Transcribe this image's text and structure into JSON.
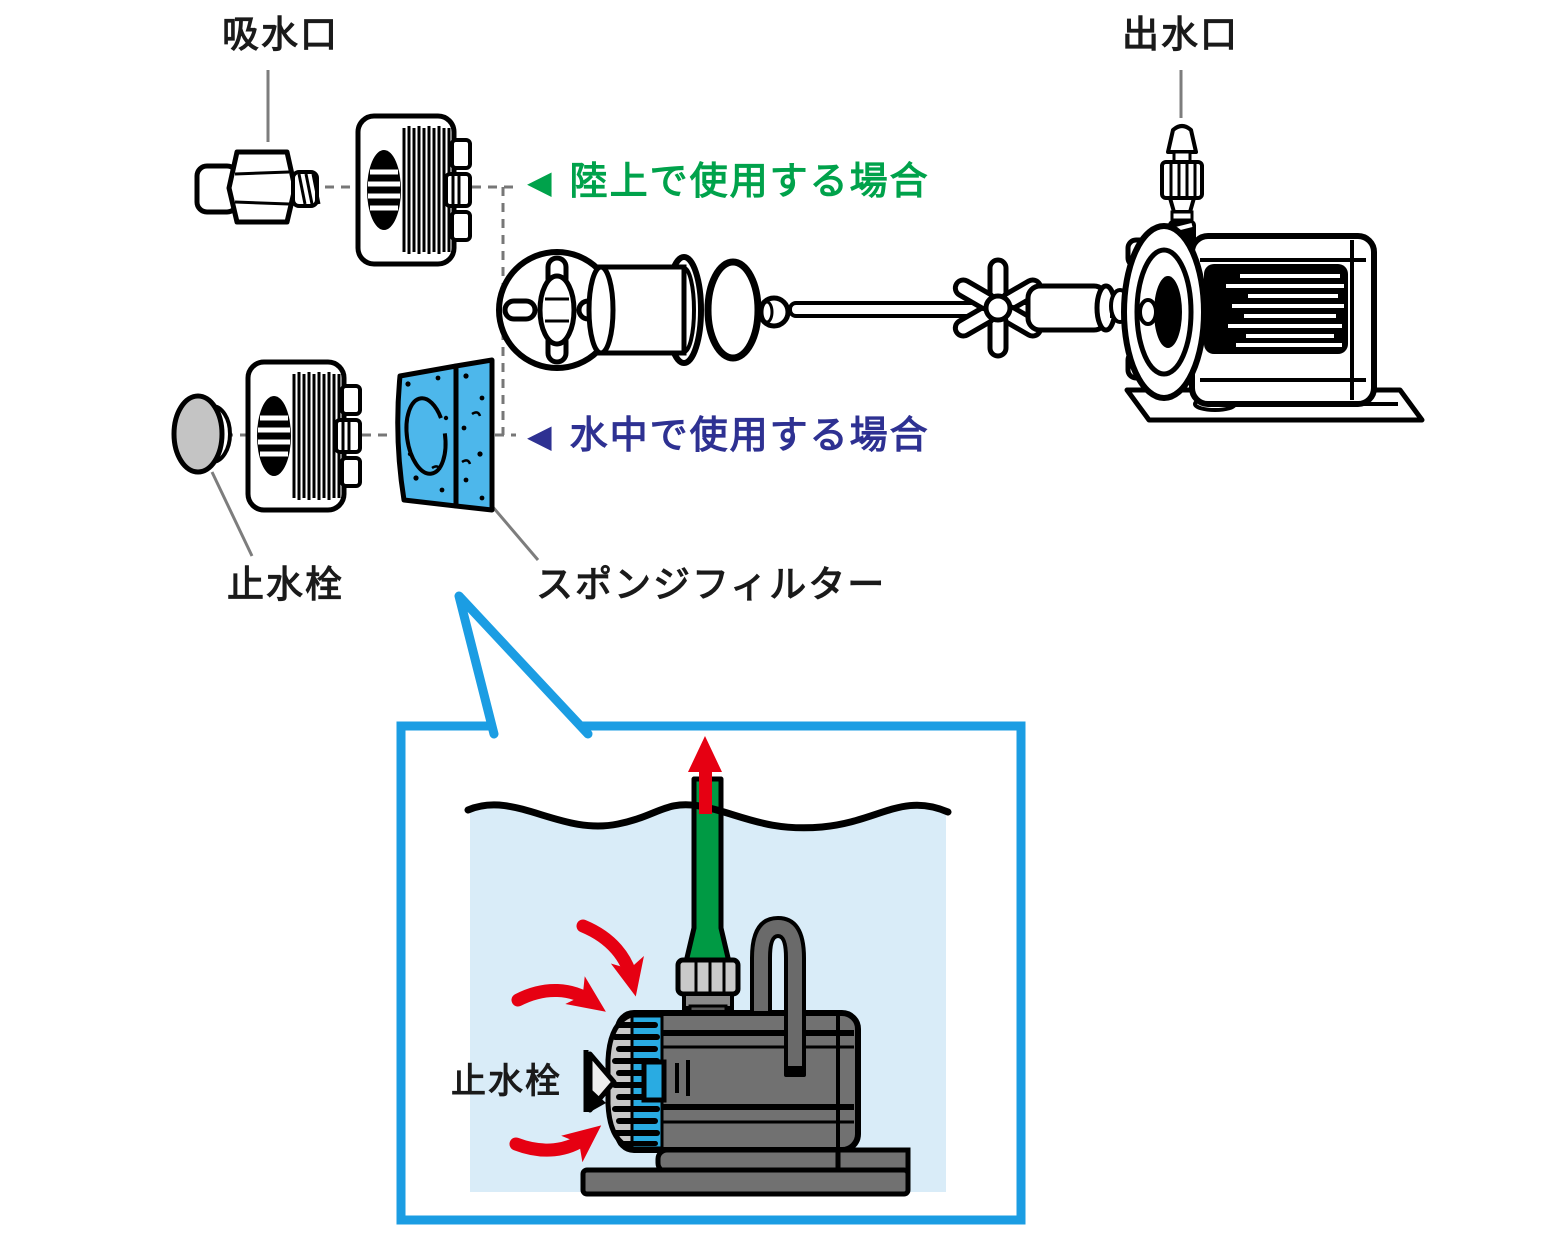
{
  "diagram": {
    "labels": {
      "intake_port": "吸水口",
      "outlet_port": "出水口",
      "marker": "◀",
      "land_use": "陸上で使用する場合",
      "underwater_use": "水中で使用する場合",
      "stop_plug": "止水栓",
      "sponge_filter": "スポンジフィルター"
    },
    "inset": {
      "stop_plug": "止水栓"
    },
    "colors": {
      "land_use_green": "#00A24B",
      "underwater_blue": "#2E3192",
      "sponge_blue": "#4DB7EB",
      "strainer_blue": "#29ABE2",
      "inset_border_blue": "#1B9DE3",
      "water_fill": "#D9ECF8",
      "flow_arrow_red": "#E60012",
      "tube_green": "#009A44",
      "pump_gray": "#717171"
    }
  }
}
